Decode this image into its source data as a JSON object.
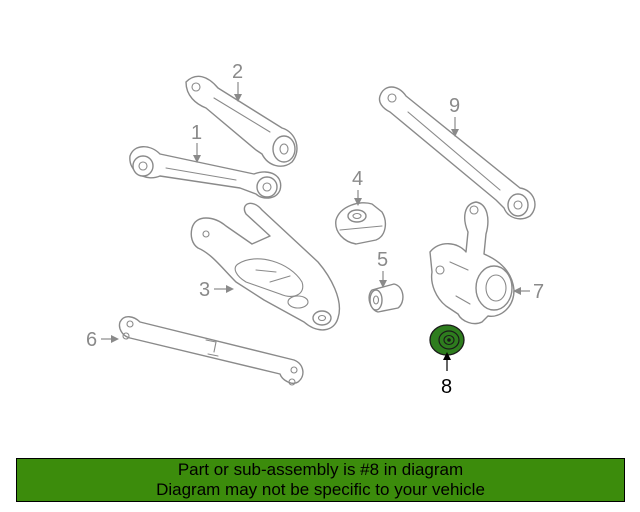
{
  "diagram": {
    "callouts": [
      "1",
      "2",
      "3",
      "4",
      "5",
      "6",
      "7",
      "8",
      "9"
    ],
    "highlighted_part": "8",
    "highlight_color": "#2e7d1e",
    "line_color": "#8a8a8a"
  },
  "footer": {
    "background": "#3c8c0c",
    "line1": "Part or sub-assembly is #8 in diagram",
    "line2": "Diagram may not be specific to your vehicle"
  }
}
